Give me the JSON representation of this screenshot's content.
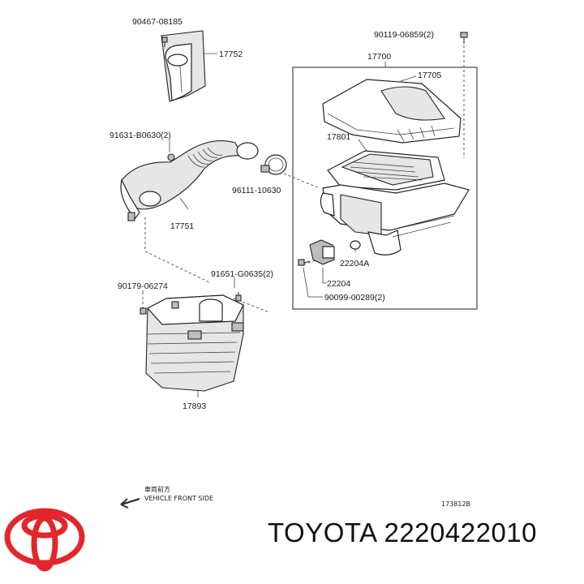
{
  "parts": {
    "p90467": "90467-08185",
    "p17752": "17752",
    "p90119": "90119-06859(2)",
    "p17700": "17700",
    "p17705": "17705",
    "p91631": "91631-B0630(2)",
    "p17801": "17801",
    "p96111": "96111-10630",
    "p17751": "17751",
    "p22204A": "22204A",
    "p91651": "91651-G0635(2)",
    "p90179": "90179-06274",
    "p22204": "22204",
    "p90099": "90099-00289(2)",
    "p17893": "17893"
  },
  "direction": {
    "jp": "車両前方",
    "en": "VEHICLE FRONT SIDE"
  },
  "diagram_code": "173812B",
  "brand": {
    "caption": "TOYOTA 2220422010",
    "logo_color": "#e3262b"
  }
}
